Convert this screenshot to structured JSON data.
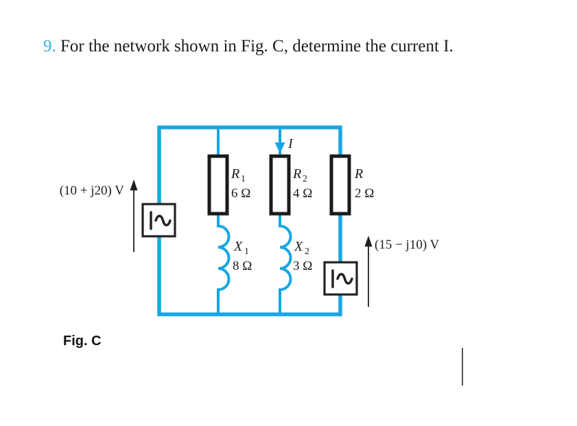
{
  "problem": {
    "number": "9.",
    "statement": " For the network shown in Fig. C, determine the current I."
  },
  "figure": {
    "caption": "Fig. C",
    "current_label": "I",
    "sources": {
      "left": {
        "label": "(10 + j20) V"
      },
      "right": {
        "label": "(15 − j10) V"
      }
    },
    "components": {
      "r1": {
        "symbol": "R",
        "sub": "1",
        "value": "6 Ω"
      },
      "r2": {
        "symbol": "R",
        "sub": "2",
        "value": "4 Ω"
      },
      "r": {
        "symbol": "R",
        "sub": "",
        "value": "2 Ω"
      },
      "x1": {
        "symbol": "X",
        "sub": "1",
        "value": "8 Ω"
      },
      "x2": {
        "symbol": "X",
        "sub": "2",
        "value": "3 Ω"
      }
    },
    "colors": {
      "wire": "#18a6e2",
      "accent_number": "#29b4e8",
      "component_outline": "#1a1a1a",
      "text": "#1c1c1c"
    }
  }
}
